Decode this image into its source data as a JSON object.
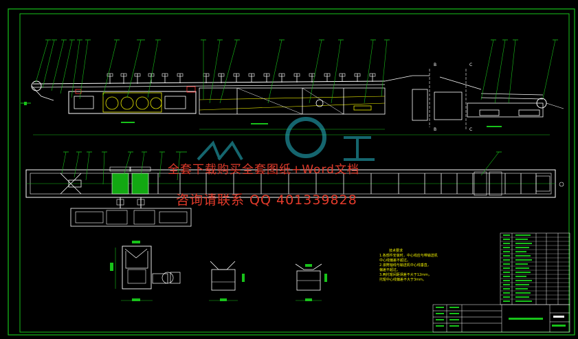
{
  "watermark": {
    "line1": "全套下载购买全套图纸+Word文档",
    "line2": "咨询请联系 QQ 401339828",
    "logo_text": "人人文库"
  },
  "notes": {
    "title": "技术要求",
    "lines": [
      "1.各部件安装时，中心线应与带输送机",
      "中心线偏差不超过。",
      "2.滚筒轴线与输送机中心线垂直，",
      "偏差不超过。",
      "3.两托辊间距误差不大于12mm，",
      "托辊中心线偏差不大于3mm。"
    ]
  },
  "section_marks": {
    "b": "B",
    "c": "C"
  },
  "colors": {
    "background": "#000000",
    "frame": "#18c21a",
    "drawing": "#ffffff",
    "yellow": "#f0f000",
    "cyan": "#27b9c8",
    "green_fill": "#12a812",
    "watermark": "#e23a2a"
  }
}
